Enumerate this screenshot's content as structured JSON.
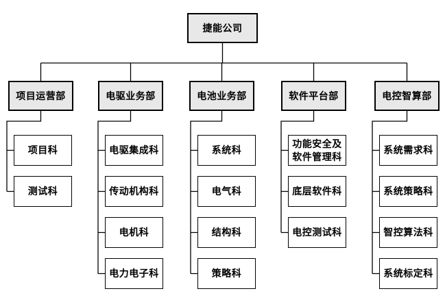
{
  "diagram": {
    "type": "org-chart",
    "company": {
      "label": "捷能公司"
    },
    "departments": [
      {
        "label": "项目运营部",
        "children": [
          {
            "label": "项目科"
          },
          {
            "label": "测试科"
          }
        ]
      },
      {
        "label": "电驱业务部",
        "children": [
          {
            "label": "电驱集成科"
          },
          {
            "label": "传动机构科"
          },
          {
            "label": "电机科"
          },
          {
            "label": "电力电子科"
          }
        ]
      },
      {
        "label": "电池业务部",
        "children": [
          {
            "label": "系统科"
          },
          {
            "label": "电气科"
          },
          {
            "label": "结构科"
          },
          {
            "label": "策略科"
          }
        ]
      },
      {
        "label": "软件平台部",
        "children": [
          {
            "label": "功能安全及软件管理科"
          },
          {
            "label": "底层软件科"
          },
          {
            "label": "电控测试科"
          }
        ]
      },
      {
        "label": "电控智算部",
        "children": [
          {
            "label": "系统需求科"
          },
          {
            "label": "系统策略科"
          },
          {
            "label": "智控算法科"
          },
          {
            "label": "系统标定科"
          }
        ]
      }
    ],
    "colors": {
      "node_fill_primary": "#e8e8e8",
      "node_fill_secondary": "#ffffff",
      "border": "#000000",
      "line": "#000000",
      "text": "#000000",
      "background": "#ffffff"
    }
  }
}
